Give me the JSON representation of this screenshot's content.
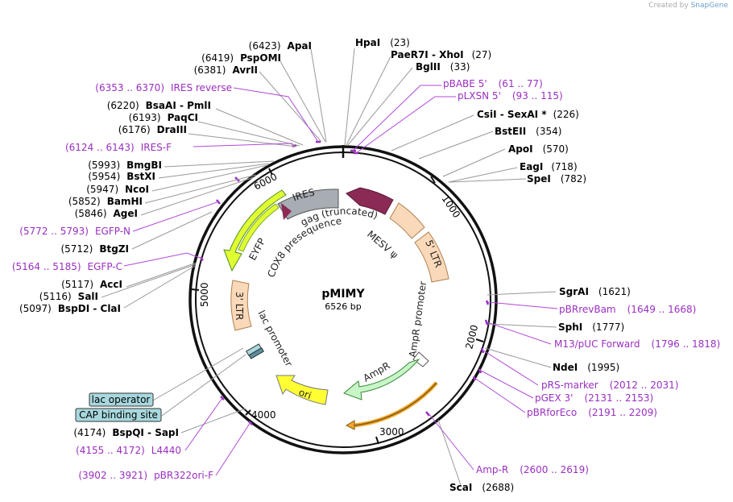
{
  "credit": {
    "prefix": "Created by",
    "brand": "SnapGene"
  },
  "plasmid": {
    "name": "pMIMY",
    "size_label": "6526 bp",
    "total_bp": 6526
  },
  "ticks": [
    {
      "label": "1000",
      "bp": 1000
    },
    {
      "label": "2000",
      "bp": 2000
    },
    {
      "label": "3000",
      "bp": 3000
    },
    {
      "label": "4000",
      "bp": 4000
    },
    {
      "label": "5000",
      "bp": 5000
    },
    {
      "label": "6000",
      "bp": 6000
    }
  ],
  "features": [
    {
      "name": "IRES",
      "kind": "box",
      "color": "#a8adb3"
    },
    {
      "name": "gag (truncated)",
      "kind": "label"
    },
    {
      "name": "MESV ψ",
      "kind": "label"
    },
    {
      "name": "5' LTR",
      "kind": "box",
      "color": "#f9d9b9"
    },
    {
      "name": "EYFP",
      "kind": "arrow",
      "color": "#e0ff33"
    },
    {
      "name": "COX8 presequence",
      "kind": "label"
    },
    {
      "name": "3' LTR",
      "kind": "box",
      "color": "#f9d9b9"
    },
    {
      "name": "lac promoter",
      "kind": "label"
    },
    {
      "name": "AmpR promoter",
      "kind": "label"
    },
    {
      "name": "AmpR",
      "kind": "arrow",
      "color": "#c8f5c8"
    },
    {
      "name": "ori",
      "kind": "arrow",
      "color": "#ffff33"
    }
  ],
  "sites_left": [
    {
      "pos": "(6423)",
      "name": "ApaI"
    },
    {
      "pos": "(6419)",
      "name": "PspOMI"
    },
    {
      "pos": "(6381)",
      "name": "AvrII"
    },
    {
      "primer": "(6353 .. 6370)",
      "name": "IRES reverse"
    },
    {
      "pos": "(6220)",
      "name": "BsaAI",
      "extra": " - PmlI"
    },
    {
      "pos": "(6193)",
      "name": "PaqCI"
    },
    {
      "pos": "(6176)",
      "name": "DraIII"
    },
    {
      "primer": "(6124 .. 6143)",
      "name": "IRES-F"
    },
    {
      "pos": "(5993)",
      "name": "BmgBI"
    },
    {
      "pos": "(5954)",
      "name": "BstXI"
    },
    {
      "pos": "(5947)",
      "name": "NcoI"
    },
    {
      "pos": "(5852)",
      "name": "BamHI"
    },
    {
      "pos": "(5846)",
      "name": "AgeI"
    },
    {
      "primer": "(5772 .. 5793)",
      "name": "EGFP-N"
    },
    {
      "pos": "(5712)",
      "name": "BtgZI"
    },
    {
      "primer": "(5164 .. 5185)",
      "name": "EGFP-C"
    },
    {
      "pos": "(5117)",
      "name": "AccI"
    },
    {
      "pos": "(5116)",
      "name": "SalI"
    },
    {
      "pos": "(5097)",
      "name": "BspDI",
      "extra": " - ClaI"
    },
    {
      "pos": "(4174)",
      "name": "BspQI",
      "extra": " - SapI"
    },
    {
      "primer": "(4155 .. 4172)",
      "name": "L4440"
    },
    {
      "primer": "(3902 .. 3921)",
      "name": "pBR322ori-F"
    }
  ],
  "sites_right": [
    {
      "name": "HpaI",
      "pos": "(23)"
    },
    {
      "name": "PaeR7I",
      "extra": " - XhoI",
      "pos": "(27)"
    },
    {
      "name": "BglII",
      "pos": "(33)"
    },
    {
      "name": "pBABE 5'",
      "primer": "(61 .. 77)"
    },
    {
      "name": "pLXSN 5'",
      "primer": "(93 .. 115)"
    },
    {
      "name": "CsiI",
      "extra": " - SexAI *",
      "pos": "(226)"
    },
    {
      "name": "BstEII",
      "pos": "(354)"
    },
    {
      "name": "ApoI",
      "pos": "(570)"
    },
    {
      "name": "EagI",
      "pos": "(718)"
    },
    {
      "name": "SpeI",
      "pos": "(782)"
    },
    {
      "name": "SgrAI",
      "pos": "(1621)"
    },
    {
      "name": "pBRrevBam",
      "primer": "(1649 .. 1668)"
    },
    {
      "name": "SphI",
      "pos": "(1777)"
    },
    {
      "name": "M13/pUC Forward",
      "primer": "(1796 .. 1818)"
    },
    {
      "name": "NdeI",
      "pos": "(1995)"
    },
    {
      "name": "pRS-marker",
      "primer": "(2012 .. 2031)"
    },
    {
      "name": "pGEX 3'",
      "primer": "(2131 .. 2153)"
    },
    {
      "name": "pBRforEco",
      "primer": "(2191 .. 2209)"
    },
    {
      "name": "Amp-R",
      "primer": "(2600 .. 2619)"
    },
    {
      "name": "ScaI",
      "pos": "(2688)"
    }
  ],
  "boxed_labels": [
    {
      "name": "lac operator",
      "color": "#a7d8de"
    },
    {
      "name": "CAP binding site",
      "color": "#a7d8de"
    }
  ]
}
